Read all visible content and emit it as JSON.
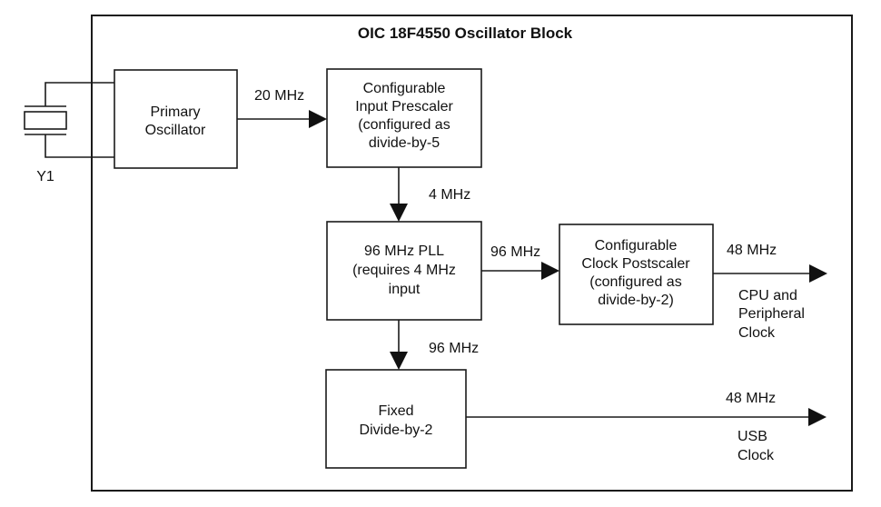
{
  "diagram": {
    "title": "OIC 18F4550 Oscillator Block",
    "crystal": {
      "label": "Y1"
    },
    "blocks": {
      "primary_oscillator": {
        "lines": [
          "Primary",
          "Oscillator"
        ]
      },
      "input_prescaler": {
        "lines": [
          "Configurable",
          "Input Prescaler",
          "(configured as",
          "divide-by-5"
        ]
      },
      "pll": {
        "lines": [
          "96 MHz PLL",
          "(requires 4 MHz",
          "input"
        ]
      },
      "clock_postscaler": {
        "lines": [
          "Configurable",
          "Clock Postscaler",
          "(configured as",
          "divide-by-2)"
        ]
      },
      "fixed_divider": {
        "lines": [
          "Fixed",
          "Divide-by-2"
        ]
      }
    },
    "signals": {
      "osc_to_prescaler": "20 MHz",
      "prescaler_to_pll": "4 MHz",
      "pll_to_postscaler": "96 MHz",
      "pll_to_divider": "96 MHz",
      "postscaler_out": "48 MHz",
      "divider_out": "48 MHz"
    },
    "outputs": {
      "cpu_clock": {
        "lines": [
          "CPU and",
          "Peripheral",
          "Clock"
        ]
      },
      "usb_clock": {
        "lines": [
          "USB",
          "Clock"
        ]
      }
    }
  }
}
